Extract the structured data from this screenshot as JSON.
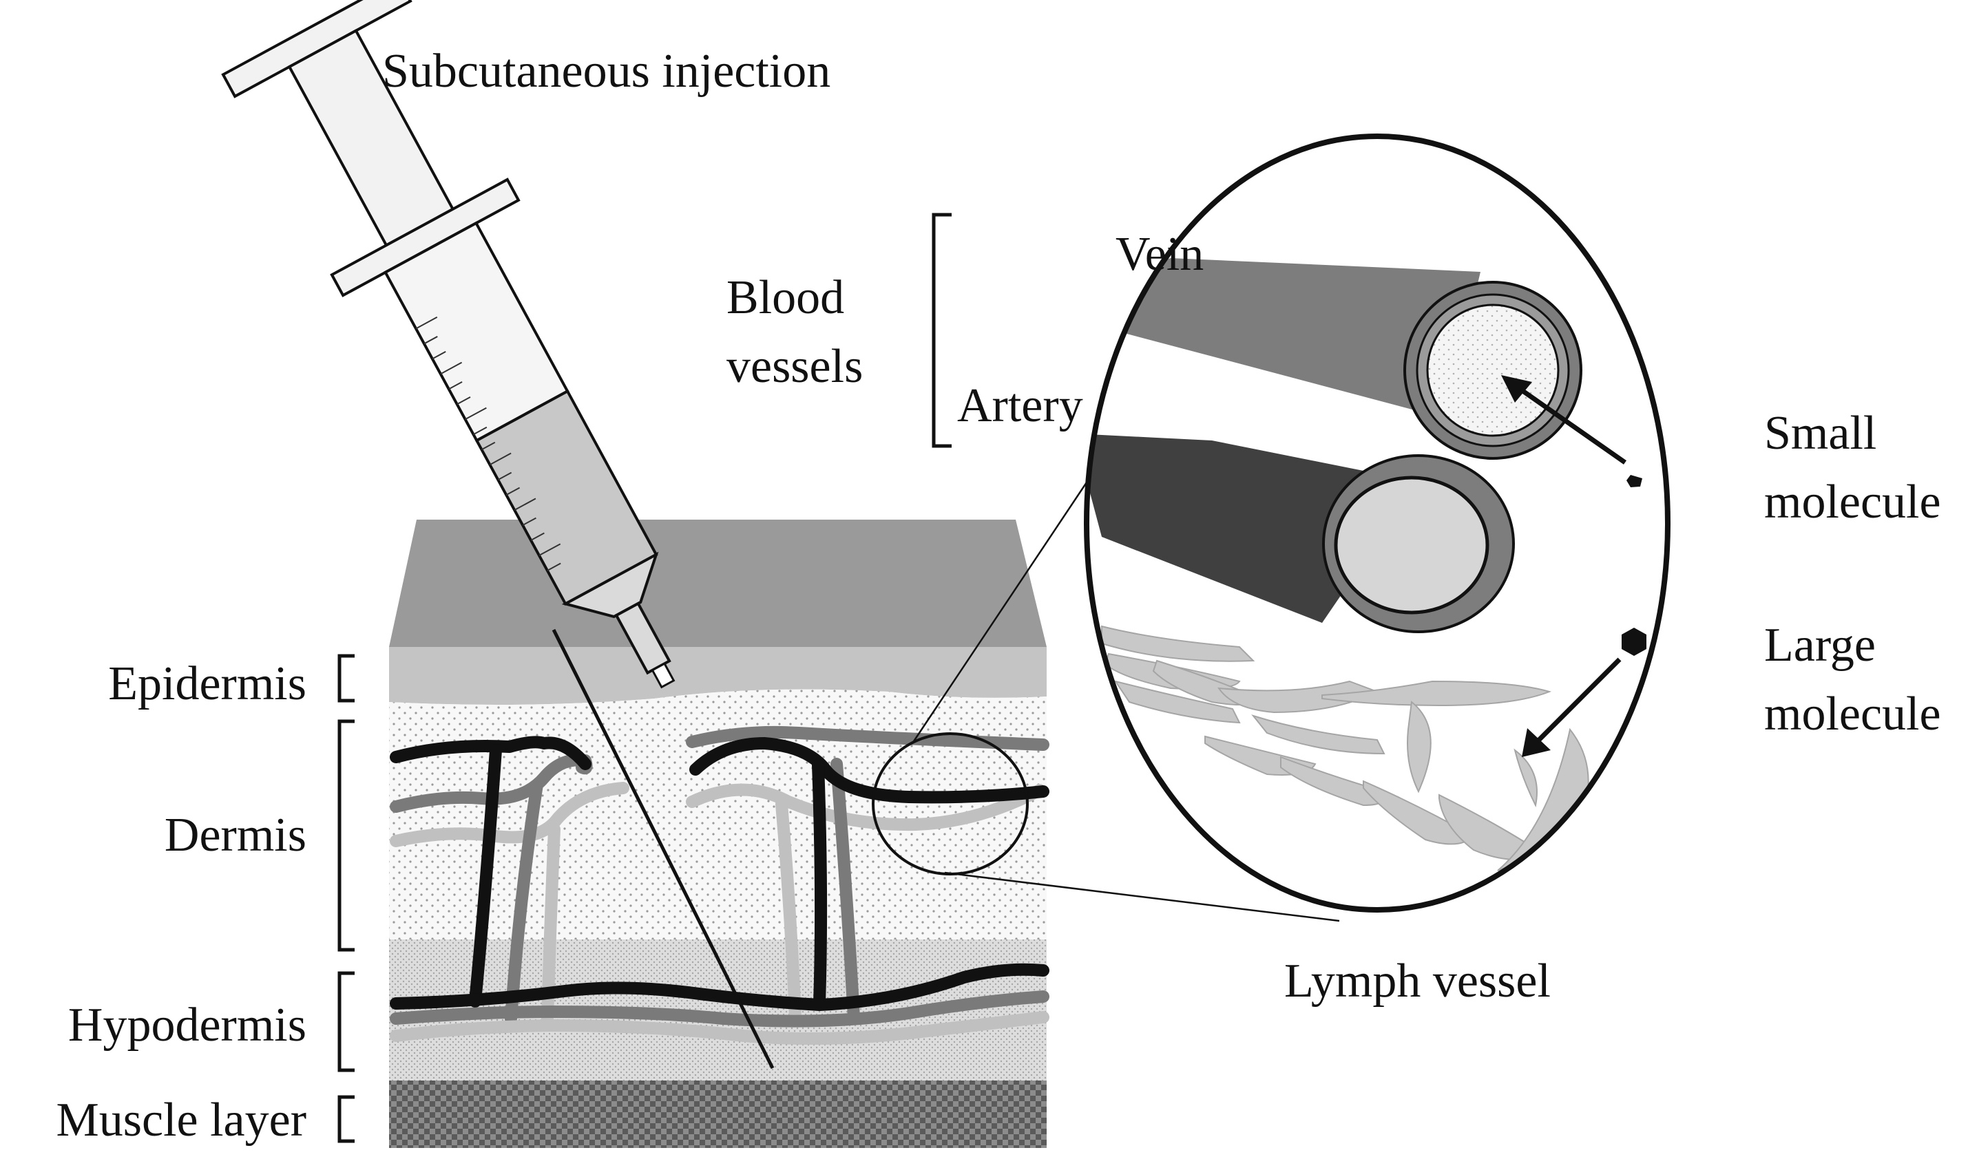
{
  "title": "Subcutaneous injection",
  "layers": {
    "epidermis": "Epidermis",
    "dermis": "Dermis",
    "hypodermis": "Hypodermis",
    "muscle": "Muscle layer"
  },
  "blood_vessels": {
    "group_line1": "Blood",
    "group_line2": "vessels",
    "vein": "Vein",
    "artery": "Artery"
  },
  "lymph_vessel": "Lymph vessel",
  "molecules": {
    "small_line1": "Small",
    "small_line2": "molecule",
    "large_line1": "Large",
    "large_line2": "molecule"
  },
  "colors": {
    "epidermis_top": "#9a9a9a",
    "epidermis_band": "#c4c4c4",
    "dermis_fill": "#f7f7f7",
    "hypodermis_fill": "#dcdcdc",
    "muscle_fill": "#7a7a7a",
    "vessel_black": "#111111",
    "vessel_dark": "#7a7a7a",
    "vessel_light": "#c0c0c0",
    "vein_outer": "#7d7d7d",
    "artery_outer": "#404040",
    "lumen_vein": "#f4f4f4",
    "lumen_artery": "#d6d6d6",
    "lymph": "#c8c8c8"
  }
}
